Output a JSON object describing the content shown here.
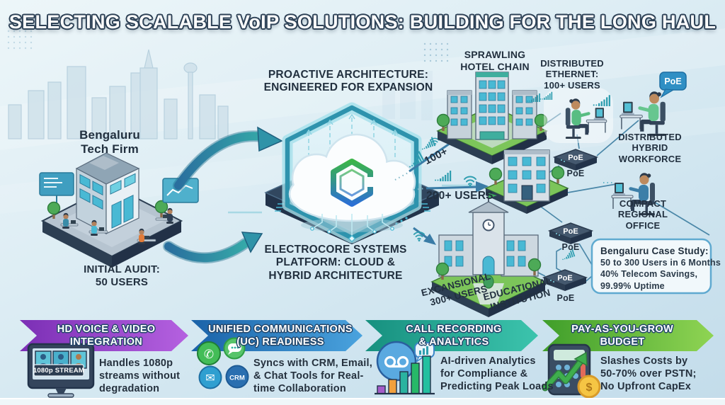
{
  "title": "SELECTING SCALABLE VoIP SOLUTIONS: BUILDING FOR THE LONG HAUL",
  "left": {
    "firm_label": "Bengaluru\nTech Firm",
    "audit_label": "INITIAL AUDIT:\n50 USERS"
  },
  "center": {
    "header": "PROACTIVE ARCHITECTURE:\nENGINEERED FOR EXPANSION",
    "platform_label": "ELECTROCORE SYSTEMS\nPLATFORM: CLOUD &\nHYBRID ARCHITECTURE"
  },
  "right": {
    "hotel_label": "SPRAWLING\nHOTEL CHAIN",
    "ethernet_label": "DISTRIBUTED\nETHERNET:\n100+ USERS",
    "hybrid_label": "DISTRIBUTED\nHYBRID WORKFORCE",
    "office_label": "COMPACT\nREGIONAL OFFICE",
    "expansion_label": "EXCANSIONAL\n300+ USERS",
    "education_label": "EDUCATIONAL\nINSTITUTION",
    "flow_100": "100+",
    "flow_200": "200+ USERS",
    "poe_badge": "PoE",
    "case_study": {
      "title": "Bengaluru Case Study:",
      "lines": "50 to 300 Users in 6 Months\n40% Telecom Savings,\n99.99% Uptime"
    }
  },
  "banners": [
    {
      "title": "HD VOICE & VIDEO\nINTEGRATION",
      "desc": "Handles 1080p\nstreams without\ndegradation",
      "color_from": "#7b2fb5",
      "color_to": "#b561e0",
      "screen_label": "1080p STREAM"
    },
    {
      "title": "UNIFIED COMMUNICATIONS\n(UC) READINESS",
      "desc": "Syncs with CRM, Email,\n& Chat Tools for Real-\ntime Collaboration",
      "color_from": "#1a62a8",
      "color_to": "#4aa3de",
      "icons": {
        "phone": "✆",
        "mail": "✉",
        "crm": "CRM"
      }
    },
    {
      "title": "CALL RECORDING\n& ANALYTICS",
      "desc": "AI-driven Analytics\nfor Compliance &\nPredicting Peak Loads",
      "color_from": "#17907f",
      "color_to": "#3cc4ad"
    },
    {
      "title": "PAY-AS-YOU-GROW\nBUDGET",
      "desc": "Slashes Costs by\n50-70% over PSTN;\nNo Upfront CapEx",
      "color_from": "#3f9e2a",
      "color_to": "#8fd453",
      "coin": "$"
    }
  ],
  "colors": {
    "label_text": "#22303f",
    "arrow_teal": "#2f93a8",
    "line_blue": "#4a87a8",
    "poe_bubble_blue": "#2f8fc4",
    "poe_switch_navy": "#44586e",
    "platform_green": "#7cc55a"
  }
}
